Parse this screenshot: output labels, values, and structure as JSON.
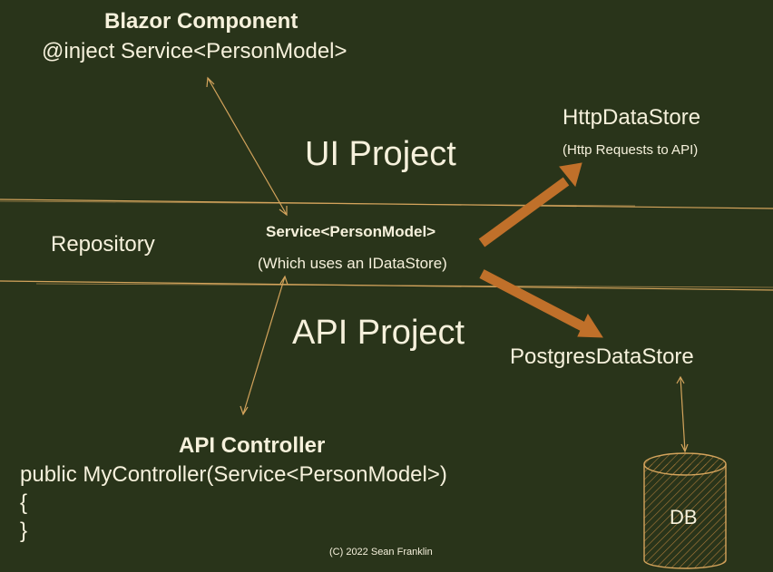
{
  "colors": {
    "background": "#29341a",
    "text": "#f6f1dc",
    "thin_line": "#d4a45c",
    "thick_arrow": "#c0702a"
  },
  "blazor": {
    "title": "Blazor Component",
    "code": "@inject Service<PersonModel>"
  },
  "ui_project": "UI Project",
  "api_project": "API Project",
  "repository": "Repository",
  "service": {
    "title": "Service<PersonModel>",
    "subtitle": "(Which uses an IDataStore)"
  },
  "http_store": {
    "title": "HttpDataStore",
    "subtitle": "(Http Requests to API)"
  },
  "postgres_store": {
    "title": "PostgresDataStore"
  },
  "db": {
    "label": "DB"
  },
  "api_controller": {
    "title": "API Controller",
    "code_lines": [
      "public MyController(Service<PersonModel>)",
      "{",
      "}"
    ]
  },
  "copyright": "(C) 2022 Sean Franklin"
}
